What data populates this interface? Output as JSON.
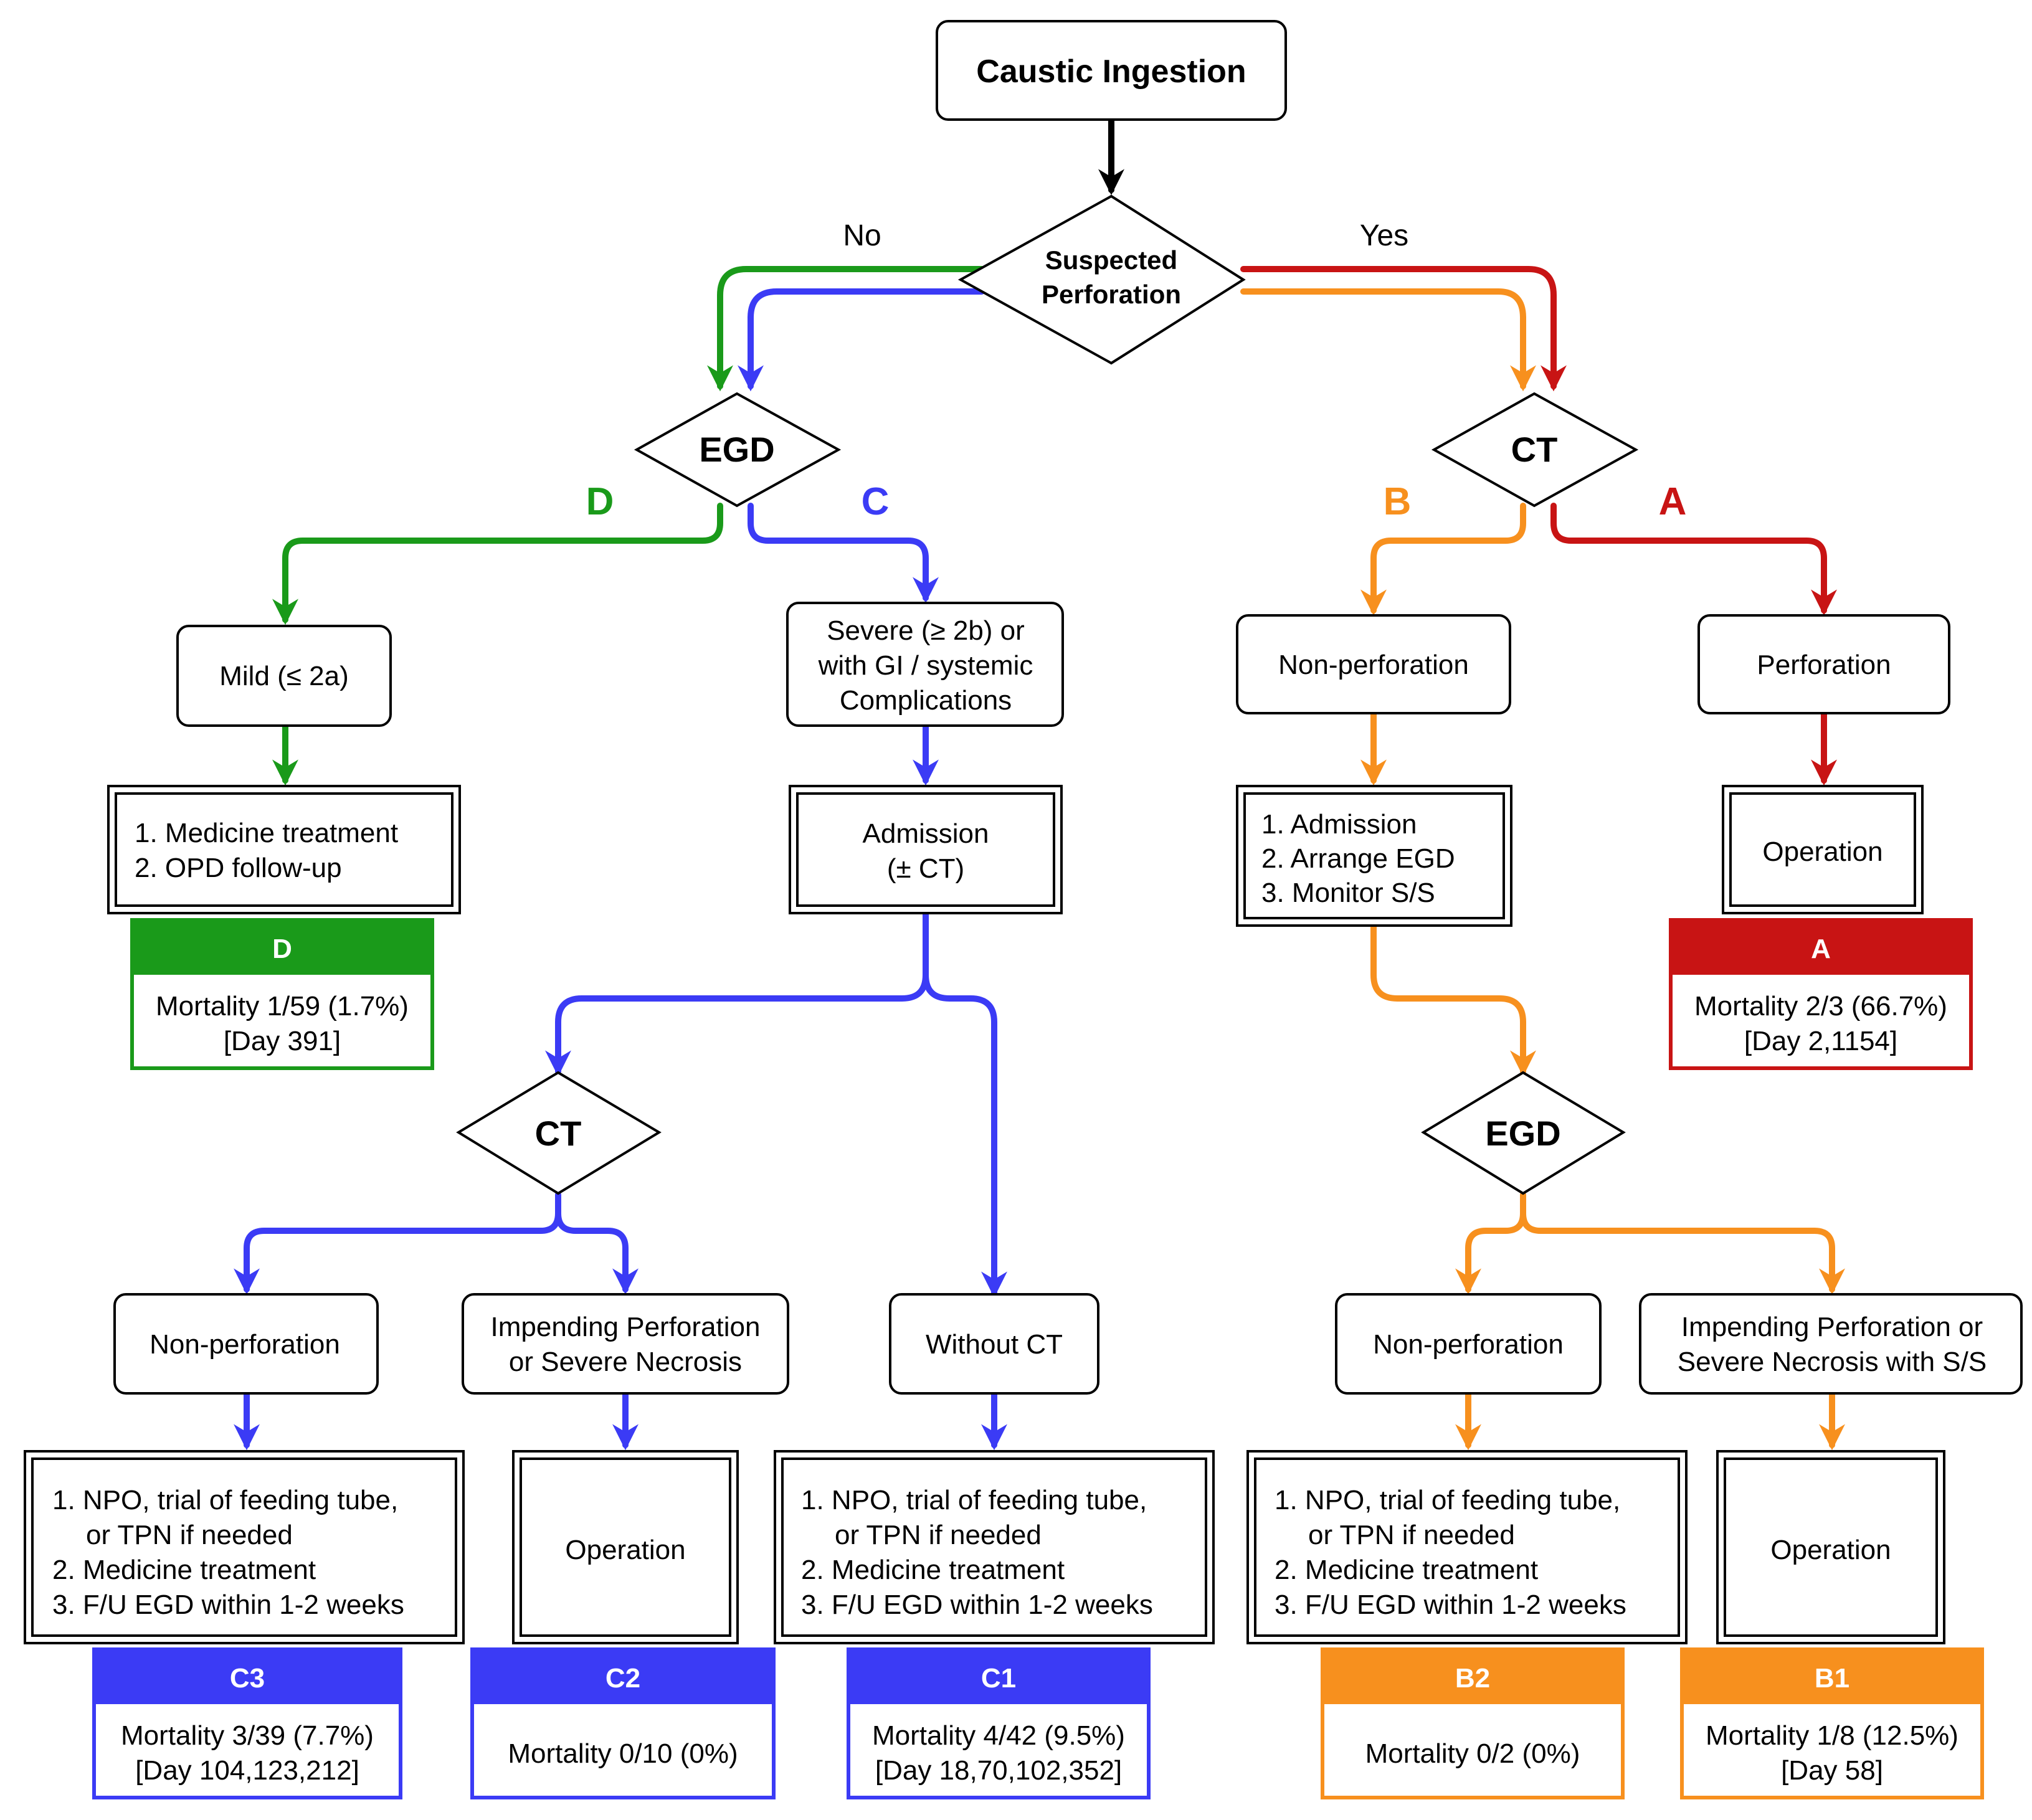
{
  "start": {
    "label": "Caustic Ingestion"
  },
  "decision": {
    "label_line1": "Suspected",
    "label_line2": "Perforation",
    "no_label": "No",
    "yes_label": "Yes"
  },
  "left_egd": {
    "label": "EGD"
  },
  "right_ct": {
    "label": "CT"
  },
  "pathway_labels": {
    "d": "D",
    "c": "C",
    "b": "B",
    "a": "A"
  },
  "mild": {
    "label": "Mild (≤ 2a)"
  },
  "severe": {
    "line1": "Severe (≥ 2b) or",
    "line2": "with GI / systemic",
    "line3": "Complications"
  },
  "nonperf_top": {
    "label": "Non-perforation"
  },
  "perf_top": {
    "label": "Perforation"
  },
  "d_treatment": {
    "line1": "1. Medicine treatment",
    "line2": "2. OPD follow-up"
  },
  "admission": {
    "line1": "Admission",
    "line2": "(± CT)"
  },
  "b_plan": {
    "line1": "1. Admission",
    "line2": "2. Arrange EGD",
    "line3": "3. Monitor S/S"
  },
  "a_operation": {
    "label": "Operation"
  },
  "ct_mid": {
    "label": "CT"
  },
  "egd_right": {
    "label": "EGD"
  },
  "c_nonperf": {
    "label": "Non-perforation"
  },
  "c_impending": {
    "line1": "Impending Perforation",
    "line2": "or Severe Necrosis"
  },
  "without_ct": {
    "label": "Without CT"
  },
  "b_nonperf": {
    "label": "Non-perforation"
  },
  "b_impending": {
    "line1": "Impending Perforation or",
    "line2": "Severe Necrosis with S/S"
  },
  "npo_plan": {
    "line1": "1. NPO, trial of feeding tube,",
    "line2": "or TPN if needed",
    "line3": "2. Medicine treatment",
    "line4": "3. F/U EGD within 1-2 weeks"
  },
  "operation_label": "Operation",
  "outcomes": {
    "d": {
      "code": "D",
      "line1": "Mortality 1/59 (1.7%)",
      "line2": "[Day 391]"
    },
    "a": {
      "code": "A",
      "line1": "Mortality 2/3 (66.7%)",
      "line2": "[Day 2,1154]"
    },
    "c3": {
      "code": "C3",
      "line1": "Mortality 3/39 (7.7%)",
      "line2": "[Day 104,123,212]"
    },
    "c2": {
      "code": "C2",
      "line1": "Mortality 0/10 (0%)"
    },
    "c1": {
      "code": "C1",
      "line1": "Mortality 4/42 (9.5%)",
      "line2": "[Day 18,70,102,352]"
    },
    "b2": {
      "code": "B2",
      "line1": "Mortality 0/2 (0%)"
    },
    "b1": {
      "code": "B1",
      "line1": "Mortality 1/8 (12.5%)",
      "line2": "[Day 58]"
    }
  },
  "colors": {
    "d": "#1a9a1a",
    "c": "#3b3bf5",
    "b": "#f7901e",
    "a": "#c81414",
    "start": "#000000"
  }
}
